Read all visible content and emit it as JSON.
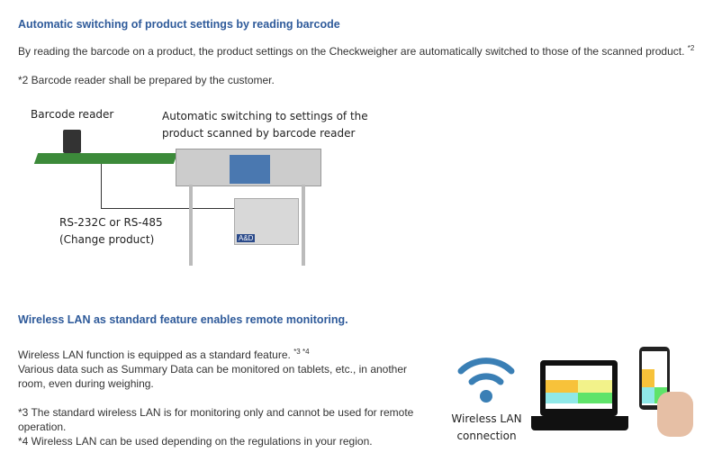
{
  "section1": {
    "heading": "Automatic switching of product settings by reading barcode",
    "body": "By reading the barcode on a product, the product settings on the Checkweigher are automatically switched to those of the scanned product.",
    "body_sup": "*2",
    "note": "*2 Barcode reader shall be prepared by the customer.",
    "figure": {
      "barcode_label": "Barcode reader",
      "switch_label_1": "Automatic switching to settings of the",
      "switch_label_2": "product scanned by barcode reader",
      "rs_label_1": "RS-232C or RS-485",
      "rs_label_2": "(Change product)",
      "logo": "A&D"
    }
  },
  "section2": {
    "heading": "Wireless LAN as standard feature enables remote monitoring.",
    "line1": "Wireless LAN function is equipped as a standard feature.",
    "line1_sup": "*3 *4",
    "line2": "Various data such as Summary Data can be monitored on tablets, etc., in another room, even during weighing.",
    "note3": "*3 The standard wireless LAN is for monitoring only and cannot be used for remote operation.",
    "note4": "*4 Wireless LAN can be used depending on the regulations in your region.",
    "figure": {
      "wifi_label_1": "Wireless LAN",
      "wifi_label_2": "connection"
    }
  },
  "colors": {
    "heading": "#2e5a9a",
    "wifi": "#3a7fb5",
    "conveyor": "#3c8a3a"
  }
}
